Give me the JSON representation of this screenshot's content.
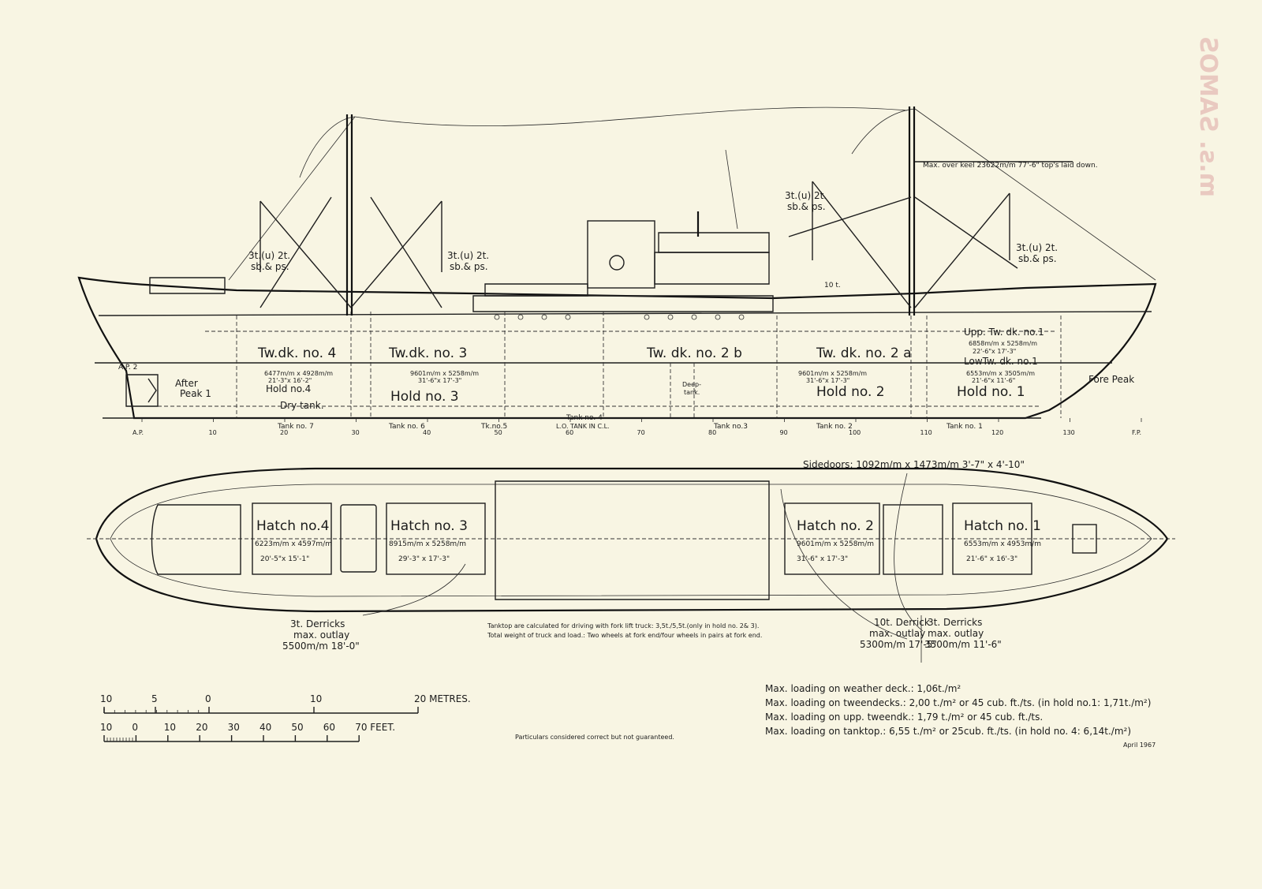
{
  "watermark": "m.s. SAMOS",
  "profile": {
    "mast_note": "Max. over keel 23622m/m 77'-6\" top's laid down.",
    "derricks": [
      {
        "label": "3t.(u) 2t.",
        "sub": "sb.& ps."
      },
      {
        "label": "3t.(u) 2t.",
        "sub": "sb.& ps."
      },
      {
        "label": "3t.(u) 2t.",
        "sub": "sb.& ps."
      },
      {
        "label": "3t.(u) 2t.",
        "sub": "sb.& ps."
      }
    ],
    "derrick_10t": "10 t.",
    "tweendecks": [
      "Tw.dk. no. 4",
      "Tw.dk. no. 3",
      "Tw. dk. no. 2 b",
      "Tw. dk. no. 2 a"
    ],
    "upp_tw_dk": "Upp. Tw. dk. no.1",
    "upp_tw_dk_dims": [
      "6858m/m x 5258m/m",
      "22'-6\"x 17'-3\""
    ],
    "low_tw_dk": "LowTw. dk. no.1",
    "holds": [
      {
        "label": "Hold no.4",
        "dims": [
          "6477m/m x 4928m/m",
          "21'-3\"x 16'-2\""
        ]
      },
      {
        "label": "Hold no. 3",
        "dims": [
          "9601m/m x 5258m/m",
          "31'-6\"x 17'-3\""
        ]
      },
      {
        "label": "Hold no. 2",
        "dims": [
          "9601m/m x 5258m/m",
          "31'-6\"x 17'-3\""
        ]
      },
      {
        "label": "Hold no. 1",
        "dims": [
          "6553m/m x 3505m/m",
          "21'-6\"x 11'-6\""
        ]
      }
    ],
    "after_peak": [
      "After",
      "Peak 1"
    ],
    "ap2": "A.P. 2",
    "dry_tank": "Dry tank.",
    "deep_tank": [
      "Deep-",
      "tank."
    ],
    "fore_peak": "Fore Peak",
    "tanks": [
      "Tank no. 7",
      "Tank no. 6",
      "Tk.no.5",
      "Tank no. 4",
      "Tank no.3",
      "Tank no. 2",
      "Tank no. 1"
    ],
    "lo_tank": "L.O. TANK  IN C.L.",
    "frames": [
      "A.P.",
      "10",
      "20",
      "30",
      "40",
      "50",
      "60",
      "70",
      "80",
      "90",
      "100",
      "110",
      "120",
      "130",
      "F.P."
    ]
  },
  "plan": {
    "sidedoors": "Sidedoors: 1092m/m x 1473m/m  3'-7\" x 4'-10\"",
    "hatches": [
      {
        "label": "Hatch no.4",
        "dims": "6223m/m x 4597m/m",
        "imp": "20'-5\"x 15'-1\""
      },
      {
        "label": "Hatch no. 3",
        "dims": "8915m/m x 5258m/m",
        "imp": "29'-3\" x 17'-3\""
      },
      {
        "label": "Hatch no. 2",
        "dims": "9601m/m x 5258m/m",
        "imp": "31'-6\" x 17'-3\""
      },
      {
        "label": "Hatch no. 1",
        "dims": "6553m/m x 4953m/m",
        "imp": "21'-6\" x 16'-3\""
      }
    ],
    "derrick_notes": [
      {
        "l1": "3t. Derricks",
        "l2": "max. outlay",
        "l3": "5500m/m 18'-0\""
      },
      {
        "l1": "10t. Derrick",
        "l2": "max. outlay",
        "l3": "5300m/m 17'-5\""
      },
      {
        "l1": "3t. Derricks",
        "l2": "max. outlay",
        "l3": "3500m/m 11'-6\""
      }
    ],
    "tanktop_note": [
      "Tanktop are calculated for driving with fork lift truck: 3,5t./5,5t.(only in hold no. 2& 3).",
      "Total weight of truck and load.: Two wheels at fork end/four wheels in pairs at fork end."
    ]
  },
  "scales": {
    "metres": {
      "ticks": [
        "10",
        "5",
        "0",
        "10",
        "20 METRES."
      ]
    },
    "feet": {
      "ticks": [
        "10",
        "0",
        "10",
        "20",
        "30",
        "40",
        "50",
        "60",
        "70 FEET."
      ]
    }
  },
  "disclaimer": "Particulars considered correct but not guaranteed.",
  "loading": [
    "Max.  loading  on  weather  deck.: 1,06t./m²",
    "Max.  loading  on  tweendecks.: 2,00 t./m² or 45 cub. ft./ts. (in hold no.1: 1,71t./m²)",
    "Max.  loading  on  upp. tweendk.: 1,79 t./m² or 45 cub. ft./ts.",
    "Max.  loading  on  tanktop.: 6,55 t./m² or 25cub. ft./ts. (in hold no. 4: 6,14t./m²)"
  ],
  "date": "April 1967"
}
